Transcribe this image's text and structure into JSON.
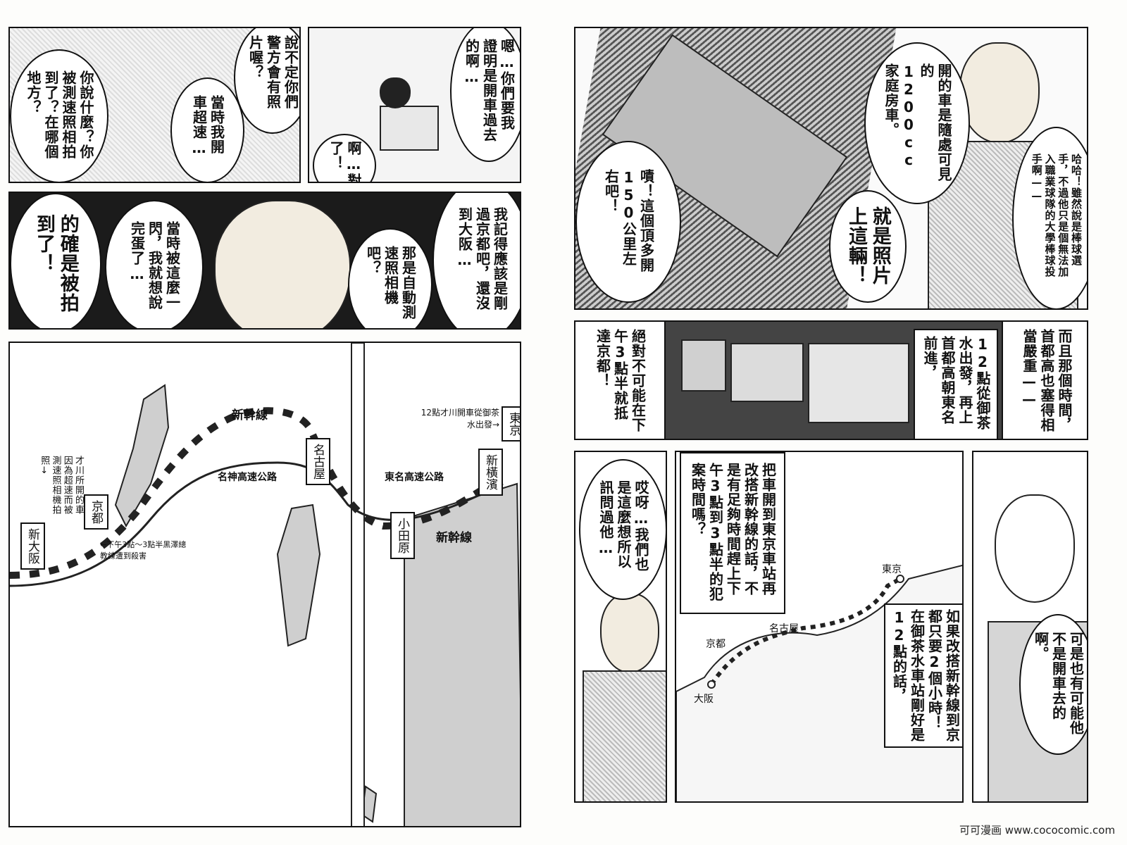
{
  "panels": {
    "p1": {
      "bubbles": [
        "說不定你們警方會有照片喔？",
        "當時我開車超速…",
        "你說什麼？你被測速照相拍到了？在哪個地方？"
      ]
    },
    "p2": {
      "bubbles": [
        "嗯…你們要我證明是開車過去的啊…",
        "啊…對了！"
      ]
    },
    "p3": {
      "bubbles": [
        "我記得應該是剛過京都吧，還沒到大阪…",
        "那是自動測速照相機吧？",
        "當時被這麼一閃，我就想說完蛋了…",
        "的確是被拍到了！"
      ]
    },
    "map": {
      "shinkansen_label": "新幹線",
      "meishin": "名神高速公路",
      "tomei": "東名高速公路",
      "stations": [
        "東京",
        "新橫濱",
        "名古屋",
        "小田原",
        "京都",
        "新大阪"
      ],
      "note_start": "12點才川開車從御茶水出發→",
      "note_camera": "才川所開的車因為超速而被測速照相機拍照↓",
      "note_murder": "←下午3點～3點半黑澤總教練遭到殺害"
    },
    "p4": {
      "bubbles": [
        "開的車是隨處可見的1200cc家庭房車。",
        "哈哈！雖然說是棒球選手，不過他只是個無法加入職業球隊的大學棒球投手啊——",
        "就是照片上這輛！",
        "嘖！這個頂多開150公里左右吧！"
      ]
    },
    "p5": {
      "bubbles": [
        "而且那個時間，首都高也塞得相當嚴重——",
        "12點從御茶水出發，再上首都高朝東名前進，",
        "絕對不可能在下午3點半就抵達京都！"
      ]
    },
    "p6": {
      "bubbles": [
        "把車開到東京車站再改搭新幹線的話，不是有足夠時間趕上下午3點到3點半的犯案時間嗎？",
        "哎呀…我們也是這麼想所以訊問過他…",
        "如果改搭新幹線到京都只要2個小時！在御茶水車站剛好是12點的話，",
        "可是也有可能他不是開車去的啊。"
      ],
      "map_labels": [
        "東京",
        "名古屋",
        "京都",
        "大阪"
      ]
    }
  },
  "watermark": "可可漫画 www.cococomic.com",
  "colors": {
    "ink": "#111111",
    "paper": "#ffffff"
  }
}
